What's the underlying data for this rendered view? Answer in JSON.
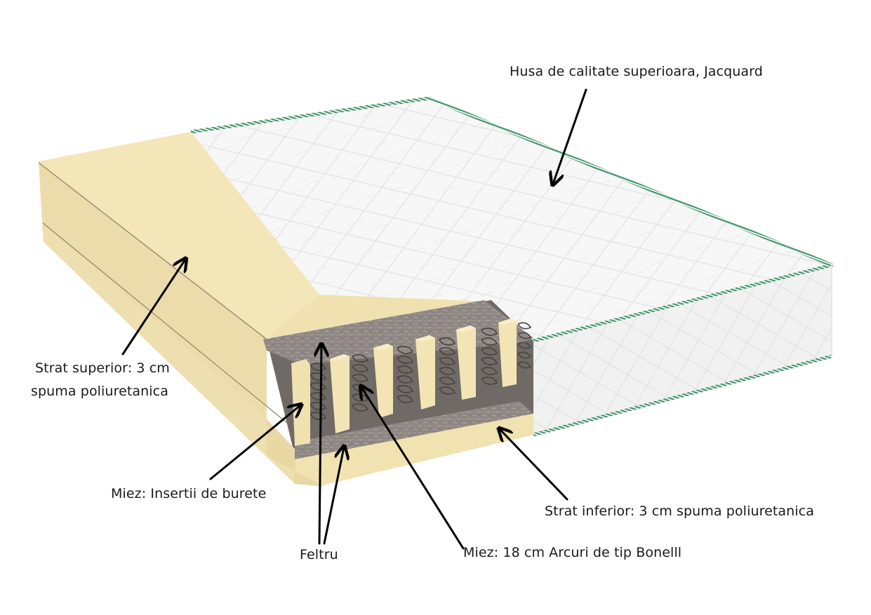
{
  "diagram": {
    "subject": "Mattress cross-section with labeled layers",
    "colors": {
      "foam": "#f3e6b9",
      "foam_side": "#ecdcaa",
      "foam_shadow": "#e2cf97",
      "foam_seam": "#8f8468",
      "cover": "#f6f6f6",
      "cover_side": "#efefef",
      "piping_green": "#3e8f69",
      "felt": "#8c8580",
      "spring": "#4a4540",
      "arrow": "#000000",
      "text": "#1a1a1a"
    }
  },
  "labels": {
    "cover": "Husa de calitate superioara, Jacquard",
    "top_layer_line1": "Strat superior: 3 cm",
    "top_layer_line2": "spuma poliuretanica",
    "core_inserts": "Miez: Insertii de burete",
    "felt": "Feltru",
    "core_springs": "Miez: 18 cm Arcuri de tip Bonelll",
    "bottom_layer": "Strat inferior: 3 cm spuma poliuretanica"
  }
}
